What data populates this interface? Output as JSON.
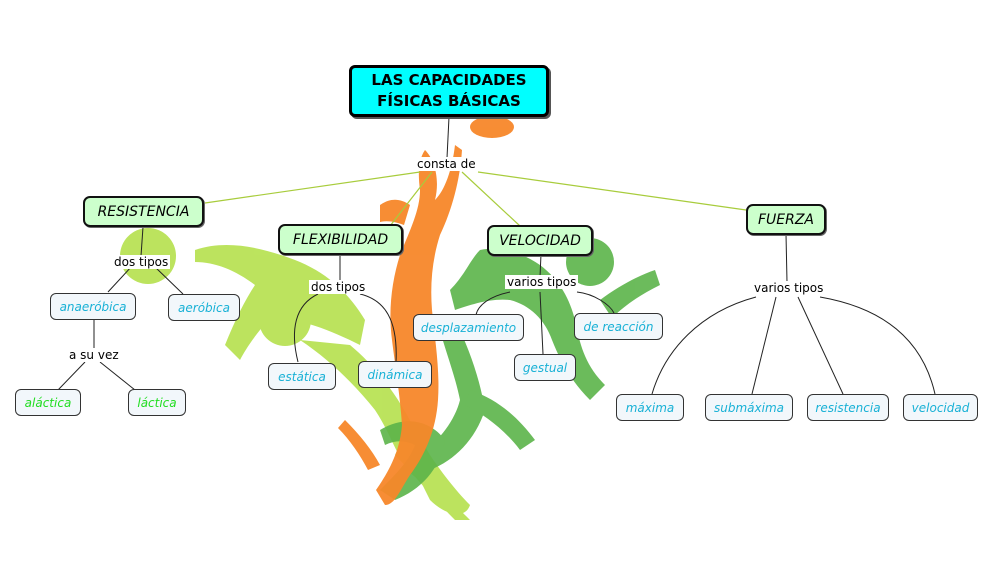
{
  "title": {
    "line1": "LAS CAPACIDADES",
    "line2": "FÍSICAS BÁSICAS"
  },
  "link_labels": {
    "consta_de": "consta de",
    "resistencia_tipos": "dos tipos",
    "a_su_vez": "a su vez",
    "flexibilidad_tipos": "dos tipos",
    "velocidad_tipos": "varios tipos",
    "fuerza_tipos": "varios tipos"
  },
  "categories": {
    "resistencia": "RESISTENCIA",
    "flexibilidad": "FLEXIBILIDAD",
    "velocidad": "VELOCIDAD",
    "fuerza": "FUERZA"
  },
  "subtypes": {
    "anaerobica": "anaeróbica",
    "aerobica": "aeróbica",
    "alactica": "aláctica",
    "lactica": "láctica",
    "estatica": "estática",
    "dinamica": "dinámica",
    "desplazamiento": "desplazamiento",
    "gestual": "gestual",
    "de_reaccion": "de reacción",
    "maxima": "máxima",
    "submaxima": "submáxima",
    "resistencia": "resistencia",
    "velocidad": "velocidad"
  },
  "colors": {
    "title_bg": "#00ffff",
    "category_bg": "#ccffcc",
    "subtype_text": "#19b1d6",
    "subtype_green_text": "#22dd22",
    "connector_green": "#a8cc3c",
    "silhouette_lime": "#b5e14d",
    "silhouette_green": "#5cb44a",
    "silhouette_orange": "#f7872a"
  }
}
